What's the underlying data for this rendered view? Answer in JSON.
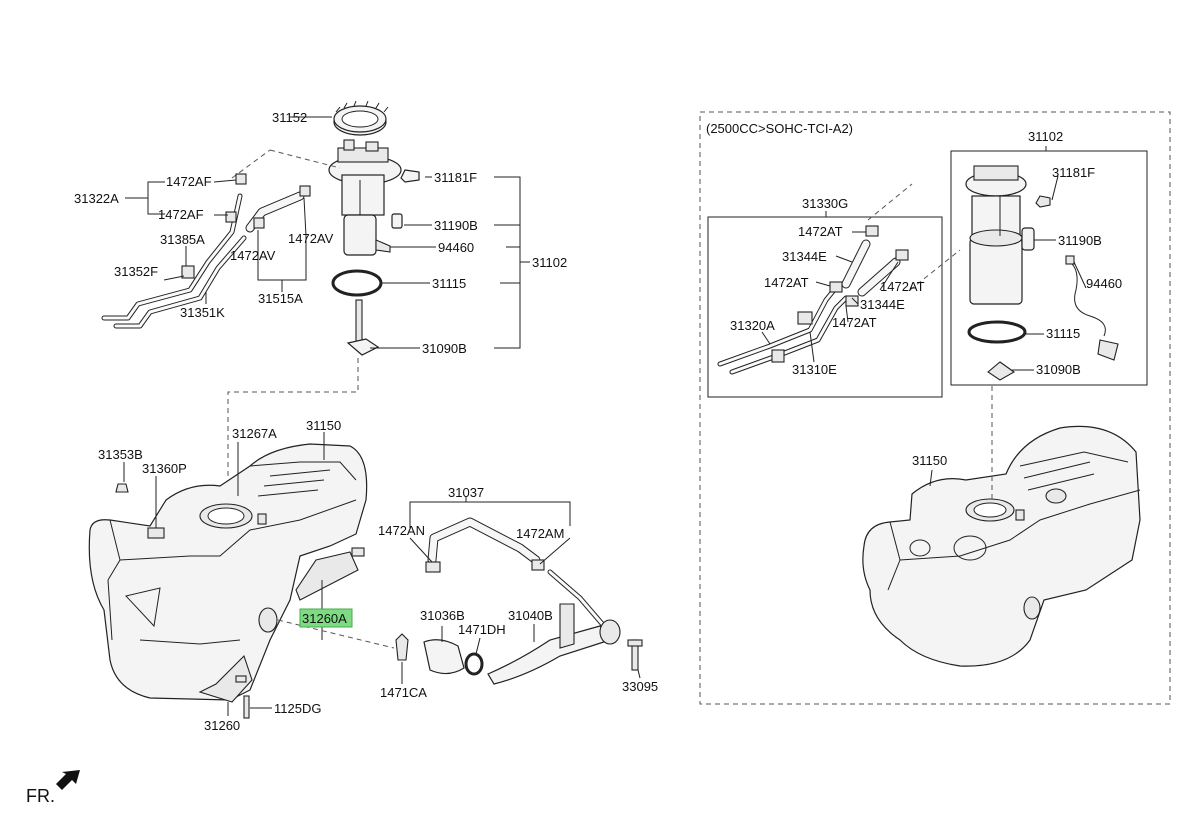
{
  "variant_header": "(2500CC>SOHC-TCI-A2)",
  "front_indicator": "FR.",
  "left": {
    "pump": {
      "ring": "31152",
      "assembly": "31102",
      "items": [
        "31181F",
        "31190B",
        "94460",
        "31115",
        "31090B"
      ]
    },
    "vent_lines": {
      "assembly": "31322A",
      "clamp_upper": "1472AF",
      "clamp_lower": "1472AF",
      "clip": "31385A",
      "hose_a": "1472AV",
      "hose_b": "1472AV",
      "hose_group": "31515A",
      "tube_front": "31352F",
      "tube_rear": "31351K"
    },
    "tank": {
      "tank": "31150",
      "cover": "31267A",
      "screw": "31353B",
      "pad": "31360P",
      "band_highlighted": "31260A",
      "band": "31260",
      "bolt": "1125DG"
    },
    "filler": {
      "hose_assembly": "31037",
      "clamp_a": "1472AN",
      "clamp_b": "1472AM",
      "hose": "31036B",
      "clamp_c": "1471DH",
      "neck": "31040B",
      "clamp_d": "1471CA",
      "bolt": "33095"
    }
  },
  "right": {
    "pump": {
      "assembly": "31102",
      "items": [
        "31181F",
        "31190B",
        "94460",
        "31115",
        "31090B"
      ]
    },
    "lines": {
      "assembly": "31330G",
      "clamp_1": "1472AT",
      "hose_1": "31344E",
      "clamp_2": "1472AT",
      "clamp_3": "1472AT",
      "hose_2": "31344E",
      "clamp_4": "1472AT",
      "tube_a": "31320A",
      "tube_b": "31310E"
    },
    "tank": "31150"
  }
}
